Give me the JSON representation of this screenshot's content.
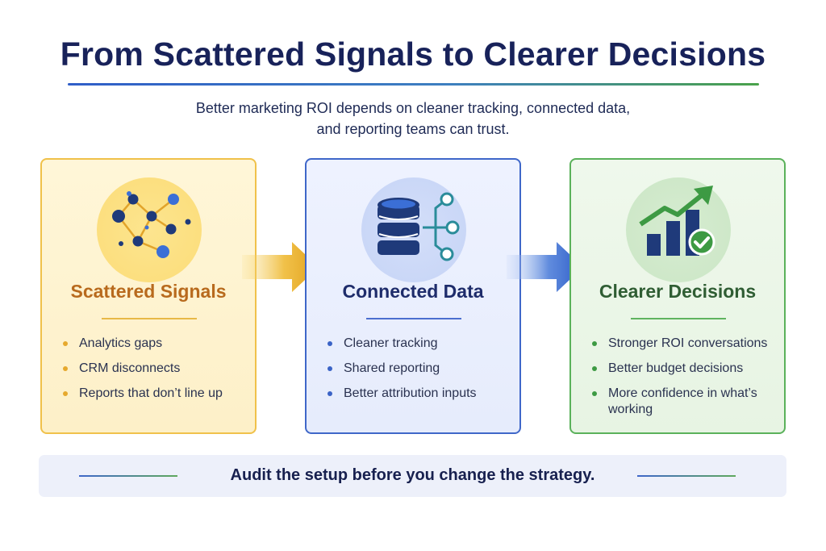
{
  "header": {
    "title": "From Scattered Signals to Clearer Decisions",
    "subtitle_line1": "Better marketing ROI depends on cleaner tracking, connected data,",
    "subtitle_line2": "and reporting teams can trust."
  },
  "cards": [
    {
      "title": "Scattered Signals",
      "icon": "scattered-network-icon",
      "accent": "#f0c14a",
      "bullets": [
        "Analytics gaps",
        "CRM disconnects",
        "Reports that don’t line up"
      ]
    },
    {
      "title": "Connected Data",
      "icon": "database-connections-icon",
      "accent": "#3f67c9",
      "bullets": [
        "Cleaner tracking",
        "Shared reporting",
        "Better attribution inputs"
      ]
    },
    {
      "title": "Clearer Decisions",
      "icon": "growth-chart-check-icon",
      "accent": "#5ab15a",
      "bullets": [
        "Stronger ROI conversations",
        "Better budget decisions",
        "More confidence in what’s working"
      ]
    }
  ],
  "footer": {
    "banner_text": "Audit the setup before you change the strategy."
  },
  "colors": {
    "title": "#18225a",
    "yellow_accent": "#e6a92d",
    "blue_accent": "#3f67c9",
    "green_accent": "#3d9a43"
  }
}
